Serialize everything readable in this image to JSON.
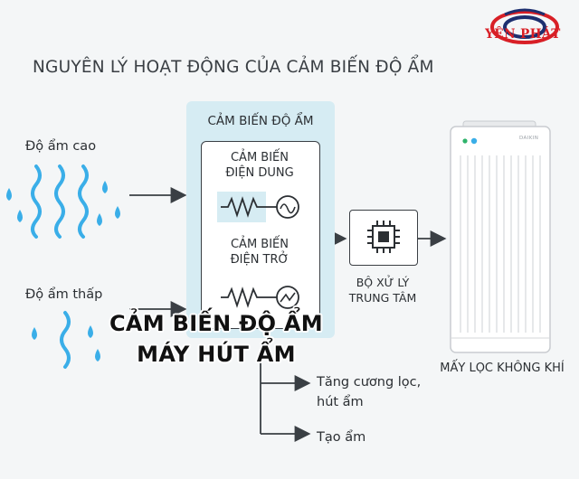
{
  "title": "NGUYÊN LÝ HOẠT ĐỘNG CỦA CẢM BIẾN ĐỘ ẨM",
  "logo": {
    "text": "YÊN PHÁT"
  },
  "inputs": {
    "high": "Độ ẩm cao",
    "low": "Độ ẩm thấp"
  },
  "sensor": {
    "heading": "CẢM BIẾN ĐỘ ẨM",
    "capacitive": [
      "CẢM BIẾN",
      "ĐIỆN DUNG"
    ],
    "resistive": [
      "CẢM BIẾN",
      "ĐIỆN TRỞ"
    ]
  },
  "processor": {
    "label_line1": "BỘ XỬ LÝ",
    "label_line2": "TRUNG TÂM"
  },
  "purifier": {
    "label": "MẤY LỌC KHÔNG KHÍ",
    "brand": "DAIKIN"
  },
  "outputs": {
    "first_line1": "Tăng cương lọc,",
    "first_line2": "hút ẩm",
    "second": "Tạo ẩm"
  },
  "overlay": {
    "line1": "CẢM BIẾN ĐỘ ẨM",
    "line2": "MÁY HÚT ẨM"
  },
  "colors": {
    "water": "#3aaee8",
    "panel": "#d6ecf3",
    "arrow": "#3a3f44",
    "logo_red": "#d81f26",
    "logo_navy": "#1d2f6f"
  }
}
